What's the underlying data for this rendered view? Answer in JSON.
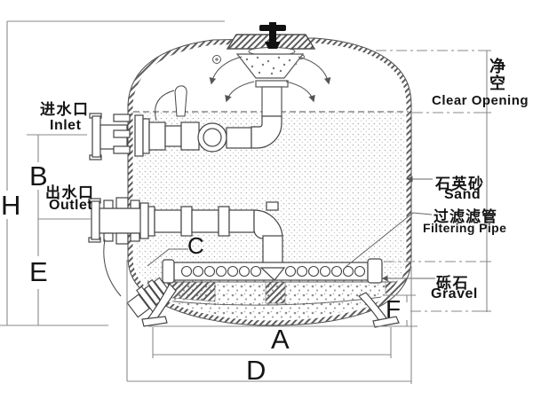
{
  "labels": {
    "inlet_cn": "进水口",
    "inlet_en": "Inlet",
    "outlet_cn": "出水口",
    "outlet_en": "Outlet",
    "clear_opening_cn": "净空",
    "clear_opening_en": "Clear Opening",
    "sand_cn": "石英砂",
    "sand_en": "Sand",
    "filtering_pipe_cn": "过滤滤管",
    "filtering_pipe_en": "Filtering Pipe",
    "gravel_cn": "砾石",
    "gravel_en": "Gravel"
  },
  "dims": {
    "overall_height": "H",
    "inlet_to_outlet": "B",
    "outlet_to_ground": "E",
    "drain_ref": "C",
    "leg_span": "A",
    "overall_diameter": "D",
    "base_clearance": "F"
  },
  "colors": {
    "line": "#4a4a4a",
    "dimension_line": "#8a8a8a",
    "text": "#141414",
    "background": "#ffffff"
  }
}
